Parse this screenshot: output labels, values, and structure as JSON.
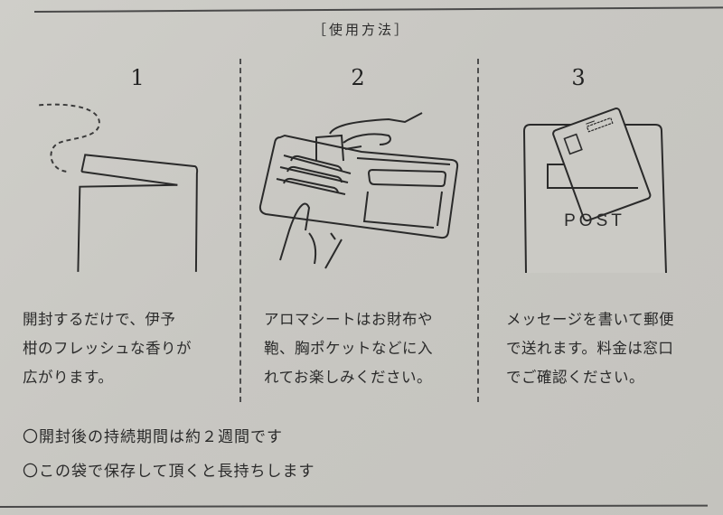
{
  "header": {
    "title": "［使用方法］"
  },
  "steps": [
    {
      "number": "1",
      "illustration": "opened-pouch-with-scent-icon",
      "text_lines": [
        "開封するだけで、伊予",
        "柑のフレッシュな香りが",
        "広がります。"
      ]
    },
    {
      "number": "2",
      "illustration": "wallet-with-aroma-sheet-icon",
      "text_lines": [
        "アロマシートはお財布や",
        "鞄、胸ポケットなどに入",
        "れてお楽しみください。"
      ]
    },
    {
      "number": "3",
      "illustration": "postbox-with-postcard-icon",
      "post_label": "POST",
      "text_lines": [
        "メッセージを書いて郵便",
        "で送れます。料金は窓口",
        "でご確認ください。"
      ]
    }
  ],
  "notes": [
    "〇開封後の持続期間は約２週間です",
    "〇この袋で保存して頂くと長持ちします"
  ],
  "colors": {
    "paper": "#cbcac5",
    "ink": "#2a2a2a"
  }
}
